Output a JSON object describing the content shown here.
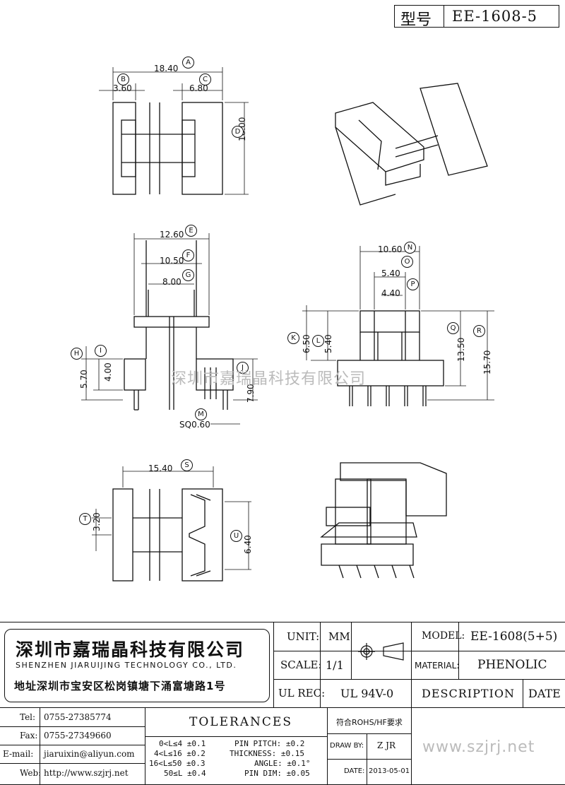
{
  "header": {
    "model_label": "型号",
    "model_value": "EE-1608-5"
  },
  "dims": {
    "a": "18.40",
    "b": "3.60",
    "c": "6.80",
    "d": "16.00",
    "e": "12.60",
    "f": "10.50",
    "g": "8.00",
    "h": "5.70",
    "i": "4.00",
    "j": "7.90",
    "m": "SQ0.60",
    "n": "10.60",
    "o": "5.40",
    "p": "4.40",
    "k": "6.50",
    "l": "5.40",
    "q": "13.50",
    "r": "15.70",
    "s": "15.40",
    "t": "3.20",
    "u": "6.40"
  },
  "labels": {
    "a": "A",
    "b": "B",
    "c": "C",
    "d": "D",
    "e": "E",
    "f": "F",
    "g": "G",
    "h": "H",
    "i": "I",
    "j": "J",
    "k": "K",
    "l": "L",
    "m": "M",
    "n": "N",
    "o": "O",
    "p": "P",
    "q": "Q",
    "r": "R",
    "s": "S",
    "t": "T",
    "u": "U"
  },
  "watermark": "深圳市嘉瑞晶科技有限公司",
  "company": {
    "name_cn": "深圳市嘉瑞晶科技有限公司",
    "name_en": "SHENZHEN JIARUIJING TECHNOLOGY CO., LTD.",
    "address": "地址深圳市宝安区松岗镇塘下涌富塘路1号"
  },
  "specs": {
    "unit_label": "UNIT:",
    "unit_value": "MM",
    "scale_label": "SCALE:",
    "scale_value": "1/1",
    "ul_label": "UL REC:",
    "ul_value": "UL 94V-0",
    "model_label": "MODEL:",
    "model_value": "EE-1608(5+5)",
    "material_label": "MATERIAL:",
    "material_value": "PHENOLIC",
    "description_label": "DESCRIPTION",
    "date_label": "DATE"
  },
  "contact": {
    "tel_label": "Tel:",
    "tel": "0755-27385774",
    "fax_label": "Fax:",
    "fax": "0755-27349660",
    "email_label": "E-mail:",
    "email": "jiaruixin@aliyun.com",
    "web_label": "Web:",
    "web": "http://www.szjrj.net"
  },
  "tolerances": {
    "title": "TOLERANCES",
    "ranges": [
      "0<L≤4  ±0.1",
      "4<L≤16  ±0.2",
      "16<L≤50  ±0.3",
      "50≤L  ±0.4"
    ],
    "others": [
      "PIN PITCH: ±0.2",
      "THICKNESS: ±0.15",
      "ANGLE: ±0.1°",
      "PIN DIM: ±0.05"
    ]
  },
  "compliance": "符合ROHS/HF要求",
  "draw_by_label": "DRAW BY:",
  "draw_by": "Z JR",
  "date_label": "DATE:",
  "date": "2013-05-01",
  "website_watermark": "www.szjrj.net"
}
